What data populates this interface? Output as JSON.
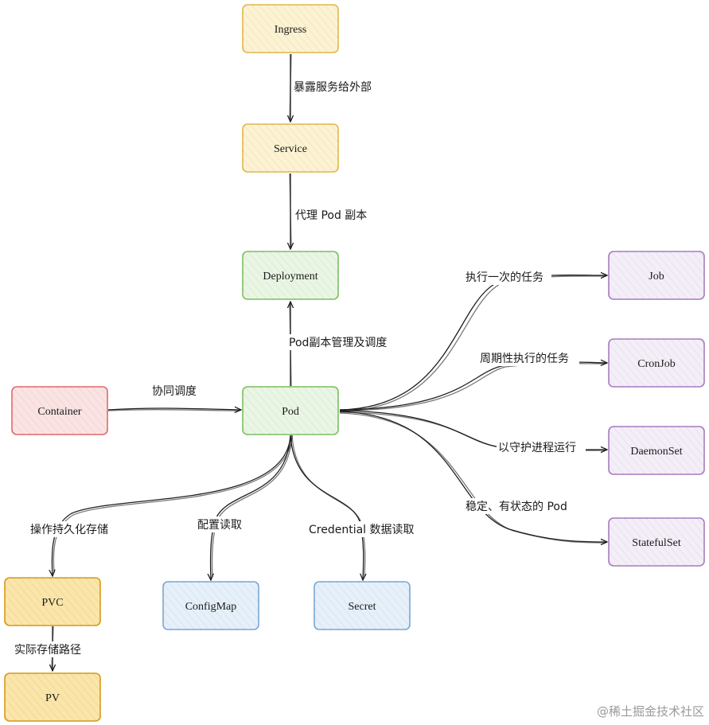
{
  "nodes": {
    "ingress": {
      "label": "Ingress",
      "fill": "#fdf3d2",
      "stroke": "#e0b84a"
    },
    "service": {
      "label": "Service",
      "fill": "#fdf3d2",
      "stroke": "#e0b84a"
    },
    "deployment": {
      "label": "Deployment",
      "fill": "#eaf6e4",
      "stroke": "#7cbf62"
    },
    "pod": {
      "label": "Pod",
      "fill": "#eaf6e4",
      "stroke": "#7cbf62"
    },
    "container": {
      "label": "Container",
      "fill": "#fbe3e3",
      "stroke": "#e06a6a"
    },
    "job": {
      "label": "Job",
      "fill": "#f4eef8",
      "stroke": "#a67cc2"
    },
    "cronjob": {
      "label": "CronJob",
      "fill": "#f4eef8",
      "stroke": "#a67cc2"
    },
    "daemonset": {
      "label": "DaemonSet",
      "fill": "#f4eef8",
      "stroke": "#a67cc2"
    },
    "statefulset": {
      "label": "StatefulSet",
      "fill": "#f4eef8",
      "stroke": "#a67cc2"
    },
    "pvc": {
      "label": "PVC",
      "fill": "#fbe5a8",
      "stroke": "#d69a1a"
    },
    "pv": {
      "label": "PV",
      "fill": "#fbe5a8",
      "stroke": "#d69a1a"
    },
    "configmap": {
      "label": "ConfigMap",
      "fill": "#e6f0fa",
      "stroke": "#7aa7d6"
    },
    "secret": {
      "label": "Secret",
      "fill": "#e6f0fa",
      "stroke": "#7aa7d6"
    }
  },
  "edges": {
    "ingress_service": "暴露服务给外部",
    "service_deployment": "代理 Pod 副本",
    "pod_deployment": "Pod副本管理及调度",
    "container_pod": "协同调度",
    "pod_job": "执行一次的任务",
    "pod_cronjob": "周期性执行的任务",
    "pod_daemonset": "以守护进程运行",
    "pod_statefulset": "稳定、有状态的 Pod",
    "pod_pvc": "操作持久化存储",
    "pod_configmap": "配置读取",
    "pod_secret": "Credential 数据读取",
    "pvc_pv": "实际存储路径"
  },
  "watermark": "@稀土掘金技术社区"
}
